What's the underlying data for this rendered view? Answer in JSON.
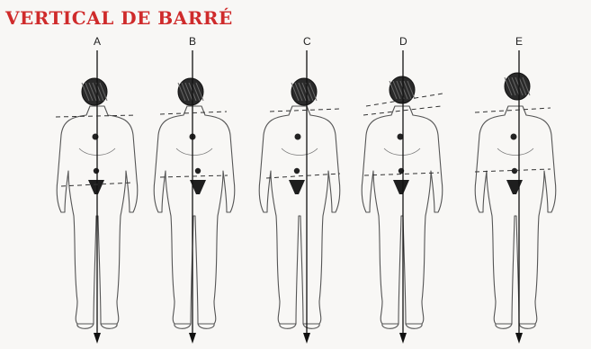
{
  "title": "VERTICAL DE BARRÉ",
  "title_color": "#cf2b2b",
  "figures": [
    {
      "label": "A"
    },
    {
      "label": "B"
    },
    {
      "label": "C"
    },
    {
      "label": "D"
    },
    {
      "label": "E"
    }
  ]
}
